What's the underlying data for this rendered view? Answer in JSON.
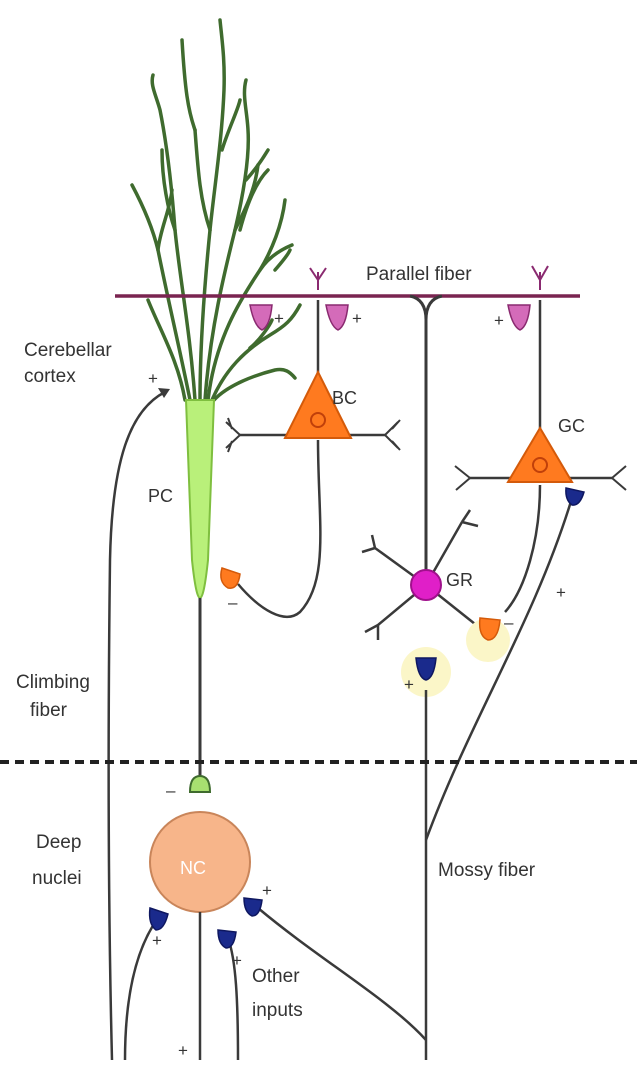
{
  "labels": {
    "parallel_fiber": "Parallel fiber",
    "cerebellar_cortex_1": "Cerebellar",
    "cerebellar_cortex_2": "cortex",
    "climbing_fiber_1": "Climbing",
    "climbing_fiber_2": "fiber",
    "deep_nuclei_1": "Deep",
    "deep_nuclei_2": "nuclei",
    "mossy_fiber": "Mossy fiber",
    "other_inputs_1": "Other",
    "other_inputs_2": "inputs"
  },
  "cells": {
    "pc": "PC",
    "bc": "BC",
    "gc": "GC",
    "gr": "GR",
    "nc": "NC"
  },
  "signs": {
    "plus": "+",
    "minus": "–"
  },
  "colors": {
    "purkinje_dendrite": "#3f6b2e",
    "purkinje_body": "#b9f07a",
    "parallel_fiber": "#7a2450",
    "basket_golgi": "#ff7a1f",
    "granule": "#e01fc8",
    "nucleus_cell": "#f7b58a",
    "mossy_terminal": "#1a2a8c",
    "synapse_pink": "#d46bb9",
    "axon": "#3a3a3a",
    "highlight": "#fbf6c8"
  }
}
